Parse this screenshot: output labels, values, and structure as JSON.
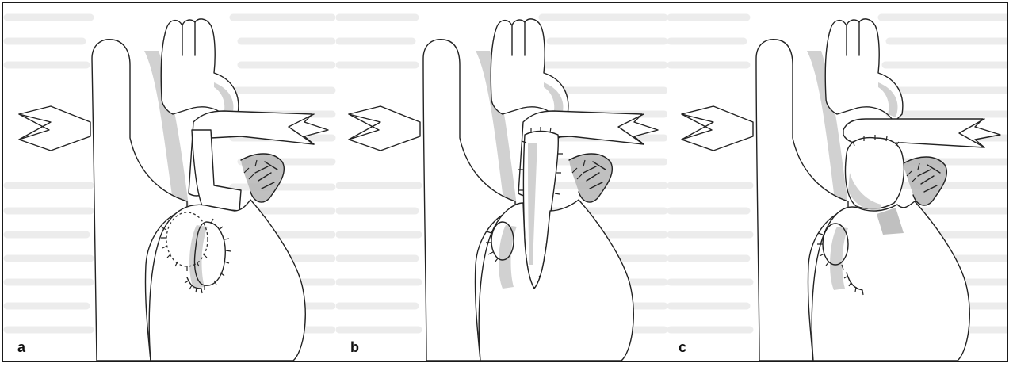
{
  "figure": {
    "panels": [
      {
        "id": "a",
        "label": "a"
      },
      {
        "id": "b",
        "label": "b"
      },
      {
        "id": "c",
        "label": "c"
      }
    ]
  }
}
